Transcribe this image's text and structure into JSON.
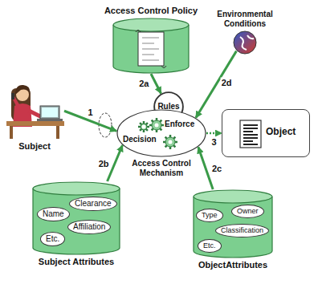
{
  "diagram": {
    "nodes": [
      {
        "text": [
          "Access Control Policy"
        ]
      },
      {
        "text": [
          "Environmental Conditions"
        ]
      },
      {
        "text": [
          "Rules"
        ]
      },
      {
        "text": [
          "Subject"
        ]
      },
      {
        "text": [
          "Decision",
          "Enforce",
          "Access Control Mechanism"
        ]
      },
      {
        "text": [
          "Object"
        ]
      },
      {
        "text": [
          "Subject Attributes"
        ]
      },
      {
        "text": [
          "Name"
        ],
        "in": 6
      },
      {
        "text": [
          "Clearance"
        ],
        "in": 6
      },
      {
        "text": [
          "Affiliation"
        ],
        "in": 6
      },
      {
        "text": [
          "Etc."
        ],
        "in": 6
      },
      {
        "text": [
          "ObjectAttributes"
        ]
      },
      {
        "text": [
          "Type"
        ],
        "in": 11
      },
      {
        "text": [
          "Owner"
        ],
        "in": 11
      },
      {
        "text": [
          "Classification"
        ],
        "in": 11
      },
      {
        "text": [
          "Etc."
        ],
        "in": 11
      }
    ],
    "edges": [
      {
        "from": 3,
        "to": 4,
        "label": "1",
        "arrow": "to"
      },
      {
        "from": 0,
        "to": 2,
        "label": "2a",
        "arrow": "to"
      },
      {
        "from": 6,
        "to": 4,
        "label": "2b",
        "arrow": "to"
      },
      {
        "from": 11,
        "to": 4,
        "label": "2c",
        "arrow": "to"
      },
      {
        "from": 1,
        "to": 4,
        "label": "2d",
        "arrow": "to"
      },
      {
        "from": 4,
        "to": 5,
        "label": "3",
        "arrow": "to"
      }
    ]
  }
}
